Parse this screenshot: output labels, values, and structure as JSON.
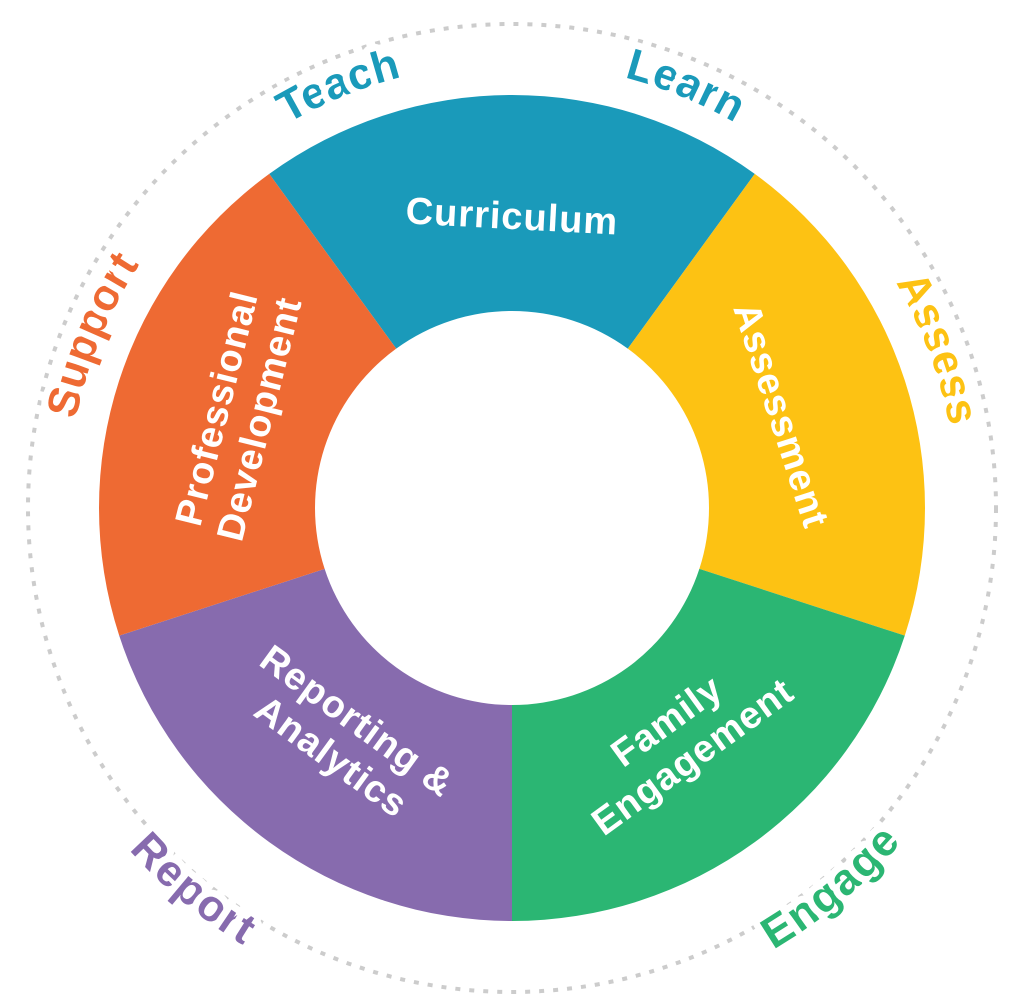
{
  "diagram": {
    "segments": [
      {
        "label_lines": [
          "Curriculum"
        ],
        "color": "#1a9aba"
      },
      {
        "label_lines": [
          "Assessment"
        ],
        "color": "#fdc213"
      },
      {
        "label_lines": [
          "Family",
          "Engagement"
        ],
        "color": "#2bb673"
      },
      {
        "label_lines": [
          "Reporting &",
          "Analytics"
        ],
        "color": "#876bae"
      },
      {
        "label_lines": [
          "Professional",
          "Development"
        ],
        "color": "#ee6a33"
      }
    ],
    "outer_labels": [
      {
        "text": "Teach",
        "color": "#1a9aba"
      },
      {
        "text": "Learn",
        "color": "#1a9aba"
      },
      {
        "text": "Assess",
        "color": "#fdc213"
      },
      {
        "text": "Engage",
        "color": "#2bb673"
      },
      {
        "text": "Report",
        "color": "#876bae"
      },
      {
        "text": "Support",
        "color": "#ee6a33"
      }
    ],
    "ring_color": "#cccccc"
  }
}
